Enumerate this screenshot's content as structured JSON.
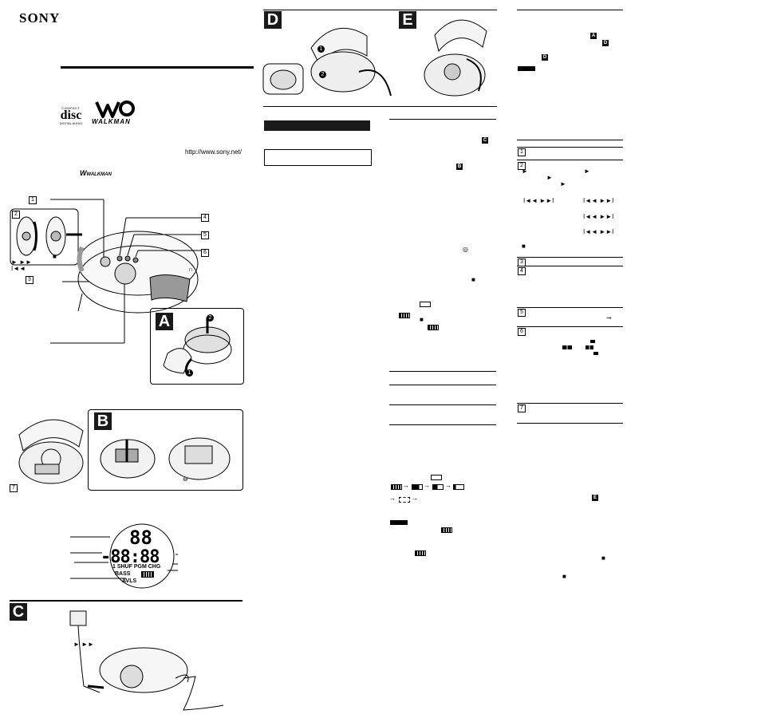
{
  "brand": {
    "logo_text": "SONY",
    "walkman_wordmark": "WALKMAN",
    "small_wordmark": "WALKMAN"
  },
  "disc_logo": {
    "line1": "COMPACT",
    "big": "disc",
    "line2": "DIGITAL AUDIO"
  },
  "url": "http://www.sony.net/",
  "callouts": [
    "1",
    "2",
    "3",
    "4",
    "5",
    "6",
    "7"
  ],
  "panels": {
    "A": "A",
    "B": "B",
    "C": "C",
    "D": "D",
    "E": "E"
  },
  "step_numbers": {
    "one": "1",
    "two": "2"
  },
  "lcd": {
    "track": "88",
    "time": "-88:88",
    "indicators": "1 SHUF PGM CHG",
    "bass": "BASS",
    "avls": "AVLS"
  },
  "buttons": {
    "play_next": "► ►►",
    "prev": "I◄◄",
    "stop": "■"
  },
  "colors": {
    "ink": "#000000",
    "panel": "#1a1a1a",
    "diagram_fill": "#e8e8e8"
  }
}
